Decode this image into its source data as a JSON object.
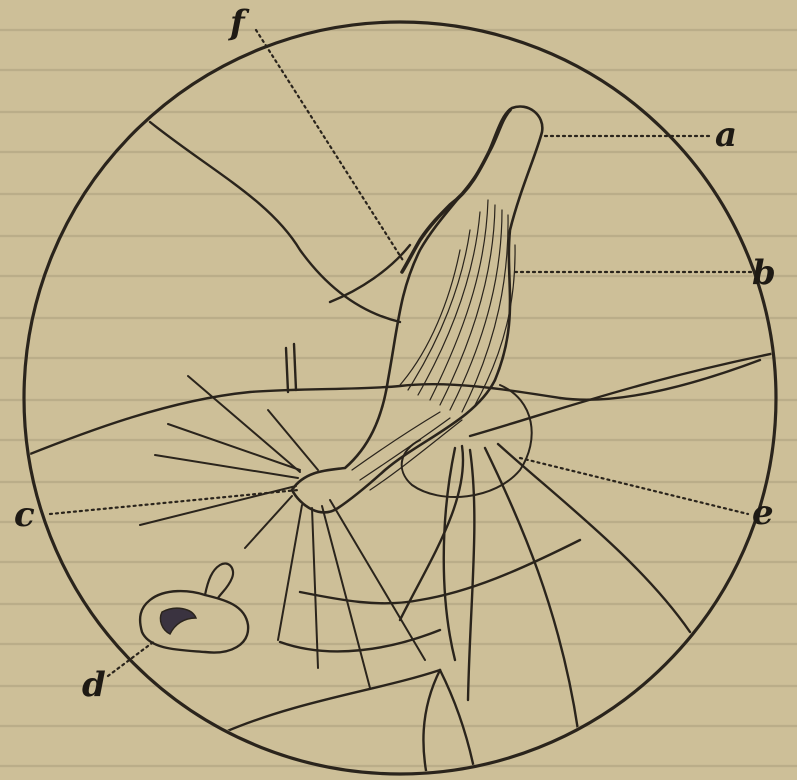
{
  "labels": {
    "a": "a",
    "b": "b",
    "c": "c",
    "d": "d",
    "e": "e",
    "f": "f"
  },
  "colors": {
    "paper": "#cdbf98",
    "ink": "#2a241c"
  }
}
